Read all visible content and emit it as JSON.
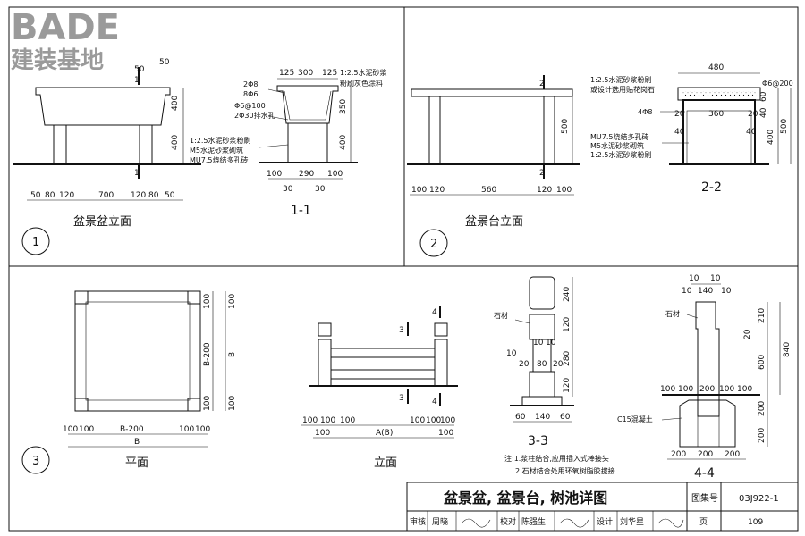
{
  "logo": {
    "brand": "BADE",
    "cn": "建装基地"
  },
  "top_left": {
    "top_dims": [
      "1",
      "50",
      "50"
    ],
    "cut_mark": "1",
    "elev_dims": [
      "400",
      "400"
    ],
    "bottom_dims": [
      "50",
      "80",
      "120",
      "700",
      "120",
      "80",
      "50"
    ],
    "caption": "盆景盆立面",
    "circle_no": "1"
  },
  "sec_1_1": {
    "top_dims": [
      "125",
      "300",
      "125"
    ],
    "notes": [
      "1:2.5水泥砂浆",
      "粉刷灰色涂料",
      "2Φ8",
      "8Φ6",
      "Φ6@100",
      "2Φ30排水孔",
      "1:2.5水泥砂浆粉刷",
      "M5水泥砂浆砌筑",
      "MU7.5烧结多孔砖"
    ],
    "side_dims": [
      "350",
      "400"
    ],
    "bottom_dims": [
      "100",
      "290",
      "100",
      "30",
      "30"
    ],
    "caption": "1-1"
  },
  "top_right": {
    "cut_mark": "2",
    "elev_dims": [
      "500"
    ],
    "bottom_dims": [
      "100",
      "120",
      "560",
      "120",
      "100"
    ],
    "caption": "盆景台立面",
    "circle_no": "2"
  },
  "sec_2_2": {
    "top_dims": [
      "480"
    ],
    "notes": [
      "1:2.5水泥砂浆粉刷",
      "或设计选用贴花岗石",
      "Φ6@200",
      "4Φ8",
      "MU7.5烧结多孔砖",
      "M5水泥砂浆砌筑",
      "1:2.5水泥砂浆粉刷"
    ],
    "inner_dims": [
      "20",
      "360",
      "20",
      "40",
      "40",
      "60",
      "40"
    ],
    "side_dims": [
      "400",
      "500"
    ],
    "caption": "2-2"
  },
  "plan": {
    "right_dims": [
      "100",
      "B-200",
      "B",
      "100",
      "100",
      "100"
    ],
    "bottom_dims": [
      "100",
      "100",
      "B-200",
      "100",
      "100",
      "B"
    ],
    "caption": "平面",
    "circle_no": "3"
  },
  "elevation_b": {
    "marks": [
      "3",
      "3",
      "4",
      "4"
    ],
    "bottom_dims": [
      "100",
      "100",
      "100",
      "100",
      "100",
      "100",
      "100",
      "A(B)",
      "100"
    ],
    "caption": "立面"
  },
  "sec_3_3": {
    "label": "石材",
    "side_dims": [
      "240",
      "120",
      "280",
      "120"
    ],
    "inner_dims": [
      "10",
      "10",
      "10",
      "20",
      "80",
      "20"
    ],
    "bottom_dims": [
      "60",
      "140",
      "60"
    ],
    "caption": "3-3"
  },
  "sec_4_4": {
    "label_stone": "石材",
    "label_conc": "C15混凝土",
    "top_dims": [
      "10",
      "10",
      "10",
      "140",
      "10"
    ],
    "side_dims": [
      "210",
      "20",
      "600",
      "840",
      "200",
      "200"
    ],
    "mid_dims": [
      "100",
      "100",
      "200",
      "100",
      "100"
    ],
    "bottom_dims": [
      "200",
      "200",
      "200"
    ],
    "caption": "4-4"
  },
  "notes": {
    "n1": "注:1.浆柱结合,应用插入式棒接头",
    "n2": "2.石材结合处用环氧树脂胶拔接"
  },
  "title_block": {
    "title": "盆景盆, 盆景台, 树池详图",
    "atlas_label": "图集号",
    "atlas_no": "03J922-1",
    "row": [
      "审核",
      "周晓",
      "校对",
      "陈强生",
      "设计",
      "刘华星"
    ],
    "page_label": "页",
    "page_no": "109"
  }
}
